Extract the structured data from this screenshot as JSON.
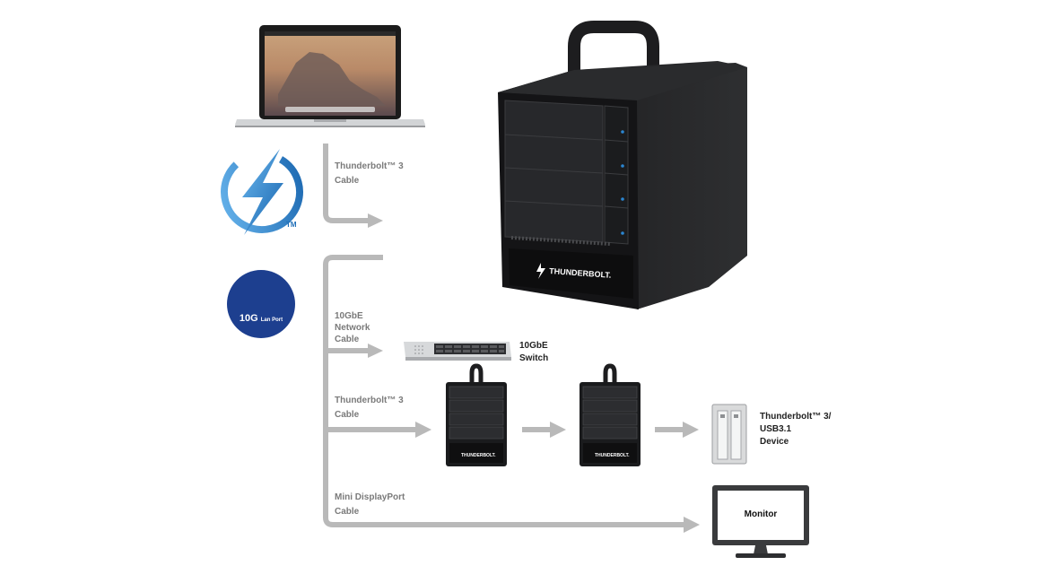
{
  "labels": {
    "tb3_cable_top": [
      "Thunderbolt™ 3",
      "Cable"
    ],
    "network_cable": [
      "10GbE",
      "Network",
      "Cable"
    ],
    "tb3_cable_mid": [
      "Thunderbolt™ 3",
      "Cable"
    ],
    "mdp_cable": [
      "Mini DisplayPort",
      "Cable"
    ],
    "switch": [
      "10GbE",
      "Switch"
    ],
    "tb_device": [
      "Thunderbolt™ 3/",
      "USB3.1",
      "Device"
    ],
    "monitor": "Monitor"
  },
  "badges": {
    "thunderbolt_tm": "TM",
    "lan_port_big": "10G",
    "lan_port_small": "Lan Port"
  },
  "enclosure_brand": "THUNDERBOLT.",
  "colors": {
    "arrow": "#b9b9b9",
    "thunderbolt_blue": "#2b86d1",
    "badge_navy": "#1d3f8f",
    "enclosure": "#1e1f21"
  }
}
